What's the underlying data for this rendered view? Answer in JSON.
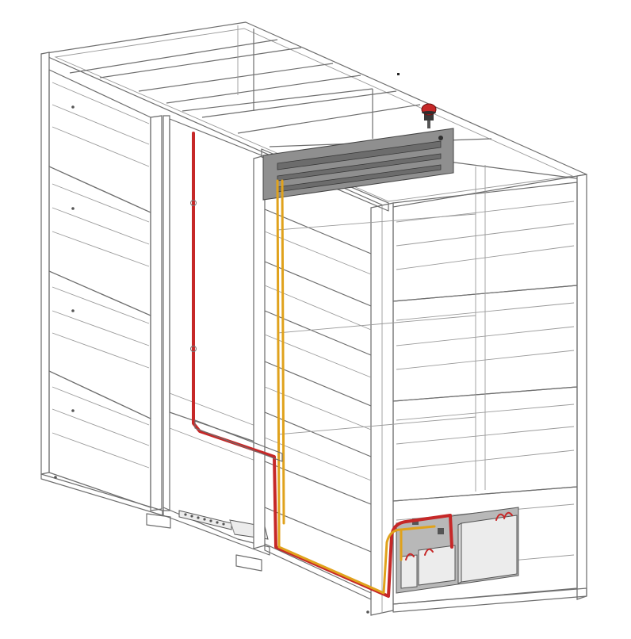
{
  "figure": {
    "subject": "isometric-rack-frame-with-cabling",
    "colors": {
      "frame_stroke": "#6e6e6e",
      "power_cable": "#c62828",
      "signal_cable": "#e0a21c",
      "top_plate": "#8f8f8f",
      "beacon": "#c62828",
      "mounting_plate": "#b8b8b8"
    },
    "components": [
      "rack-frame",
      "top-mounting-plate",
      "beacon-light",
      "red-power-cable",
      "yellow-signal-cable",
      "base-electrical-enclosure",
      "terminal-strip",
      "connector-box"
    ]
  }
}
